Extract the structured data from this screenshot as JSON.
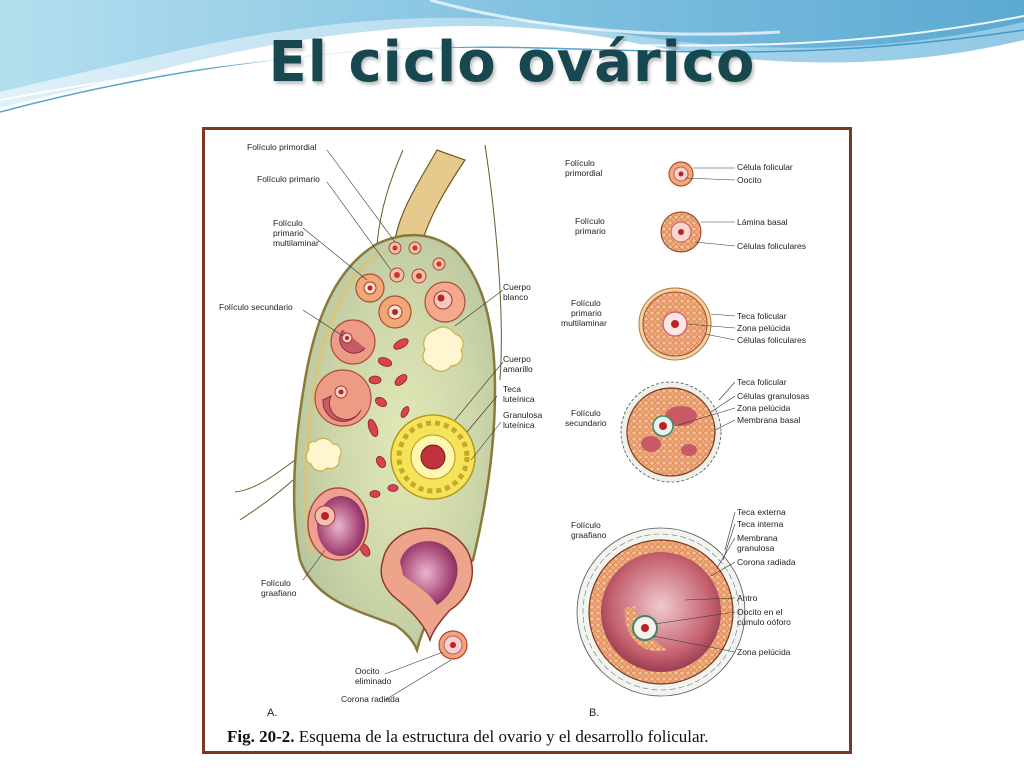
{
  "slide": {
    "title": "El ciclo ovárico",
    "accent_colors": {
      "teal": "#17484f",
      "wave_blue": "#5fb0d6",
      "frame": "#7a3a22"
    }
  },
  "figure": {
    "panel_a_letter": "A.",
    "panel_b_letter": "B.",
    "caption_number": "Fig. 20-2.",
    "caption_text": " Esquema de la estructura del ovario y el desarrollo folicular.",
    "panel_a": {
      "foliculo_primordial": "Folículo primordial",
      "foliculo_primario": "Folículo primario",
      "multilaminar": [
        "Folículo",
        "primario",
        "multilaminar"
      ],
      "secundario": "Folículo secundario",
      "graafiano": [
        "Folículo",
        "graafiano"
      ],
      "oocito_eliminado": [
        "Oocito",
        "eliminado"
      ],
      "corona_radiada": "Corona radiada",
      "cuerpo_blanco": [
        "Cuerpo",
        "blanco"
      ],
      "cuerpo_amarillo": [
        "Cuerpo",
        "amarillo"
      ],
      "teca_luteinica": [
        "Teca",
        "luteínica"
      ],
      "granulosa_luteinica": [
        "Granulosa",
        "luteínica"
      ]
    },
    "panel_b": {
      "s1_name": [
        "Folículo",
        "primordial"
      ],
      "s1_labels": [
        "Célula folicular",
        "Oocito"
      ],
      "s2_name": [
        "Folículo",
        "primario"
      ],
      "s2_labels": [
        "Lámina basal",
        "Células foliculares"
      ],
      "s3_name": [
        "Folículo",
        "primario",
        "multilaminar"
      ],
      "s3_labels": [
        "Teca folicular",
        "Zona pelúcida",
        "Células foliculares"
      ],
      "s4_name": [
        "Folículo",
        "secundario"
      ],
      "s4_labels": [
        "Teca folicular",
        "Células granulosas",
        "Zona pelúcida",
        "Membrana basal"
      ],
      "s5_name": [
        "Folículo",
        "graafiano"
      ],
      "s5_labels": [
        "Teca externa",
        "Teca interna",
        "Membrana",
        "granulosa",
        "Corona radiada",
        "Antro",
        "Oocito en el",
        "cúmulo oóforo",
        "Zona pelúcida"
      ]
    }
  }
}
